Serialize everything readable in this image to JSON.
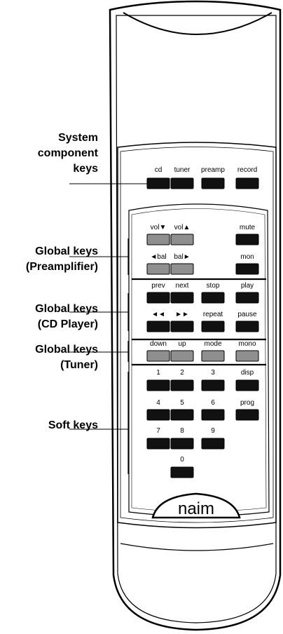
{
  "brand": "naim",
  "callouts": {
    "system_component": [
      "System",
      "component",
      "keys"
    ],
    "preamplifier": [
      "Global keys",
      "(Preamplifier)"
    ],
    "cd_player": [
      "Global keys",
      "(CD Player)"
    ],
    "tuner": [
      "Global keys",
      "(Tuner)"
    ],
    "soft": [
      "Soft keys"
    ]
  },
  "keys": {
    "system": [
      "cd",
      "tuner",
      "preamp",
      "record"
    ],
    "preamp_row1": [
      "vol▼",
      "vol▲",
      "mute"
    ],
    "preamp_row2": [
      "◄bal",
      "bal►",
      "mon"
    ],
    "cd_row1": [
      "prev",
      "next",
      "stop",
      "play"
    ],
    "cd_row2": [
      "◄◄",
      "►►",
      "repeat",
      "pause"
    ],
    "tuner_row": [
      "down",
      "up",
      "mode",
      "mono"
    ],
    "soft_row1": [
      "1",
      "2",
      "3",
      "disp"
    ],
    "soft_row2": [
      "4",
      "5",
      "6",
      "prog"
    ],
    "soft_row3": [
      "7",
      "8",
      "9"
    ],
    "soft_row4": [
      "0"
    ]
  },
  "colors": {
    "body_outline": "#000000",
    "body_fill": "#ffffff",
    "key_black": "#111111",
    "key_grey": "#8f8f8f"
  }
}
